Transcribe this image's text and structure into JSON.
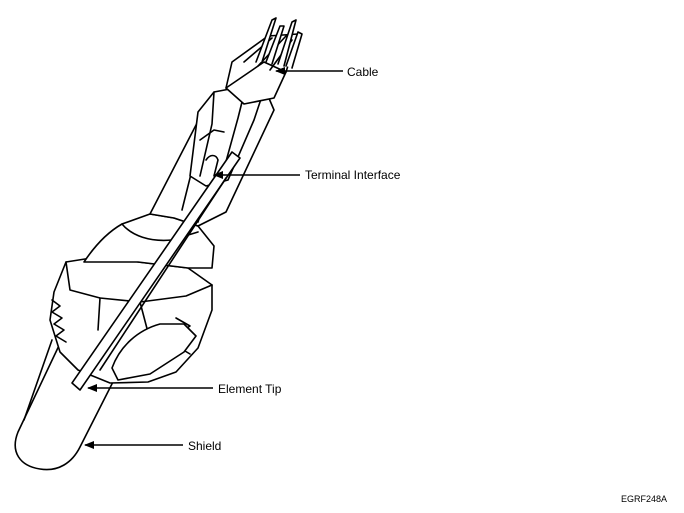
{
  "diagram": {
    "callouts": [
      {
        "id": "cable",
        "label": "Cable"
      },
      {
        "id": "terminal",
        "label": "Terminal Interface"
      },
      {
        "id": "element",
        "label": "Element Tip"
      },
      {
        "id": "shield",
        "label": "Shield"
      }
    ],
    "figure_code": "EGRF248A"
  }
}
